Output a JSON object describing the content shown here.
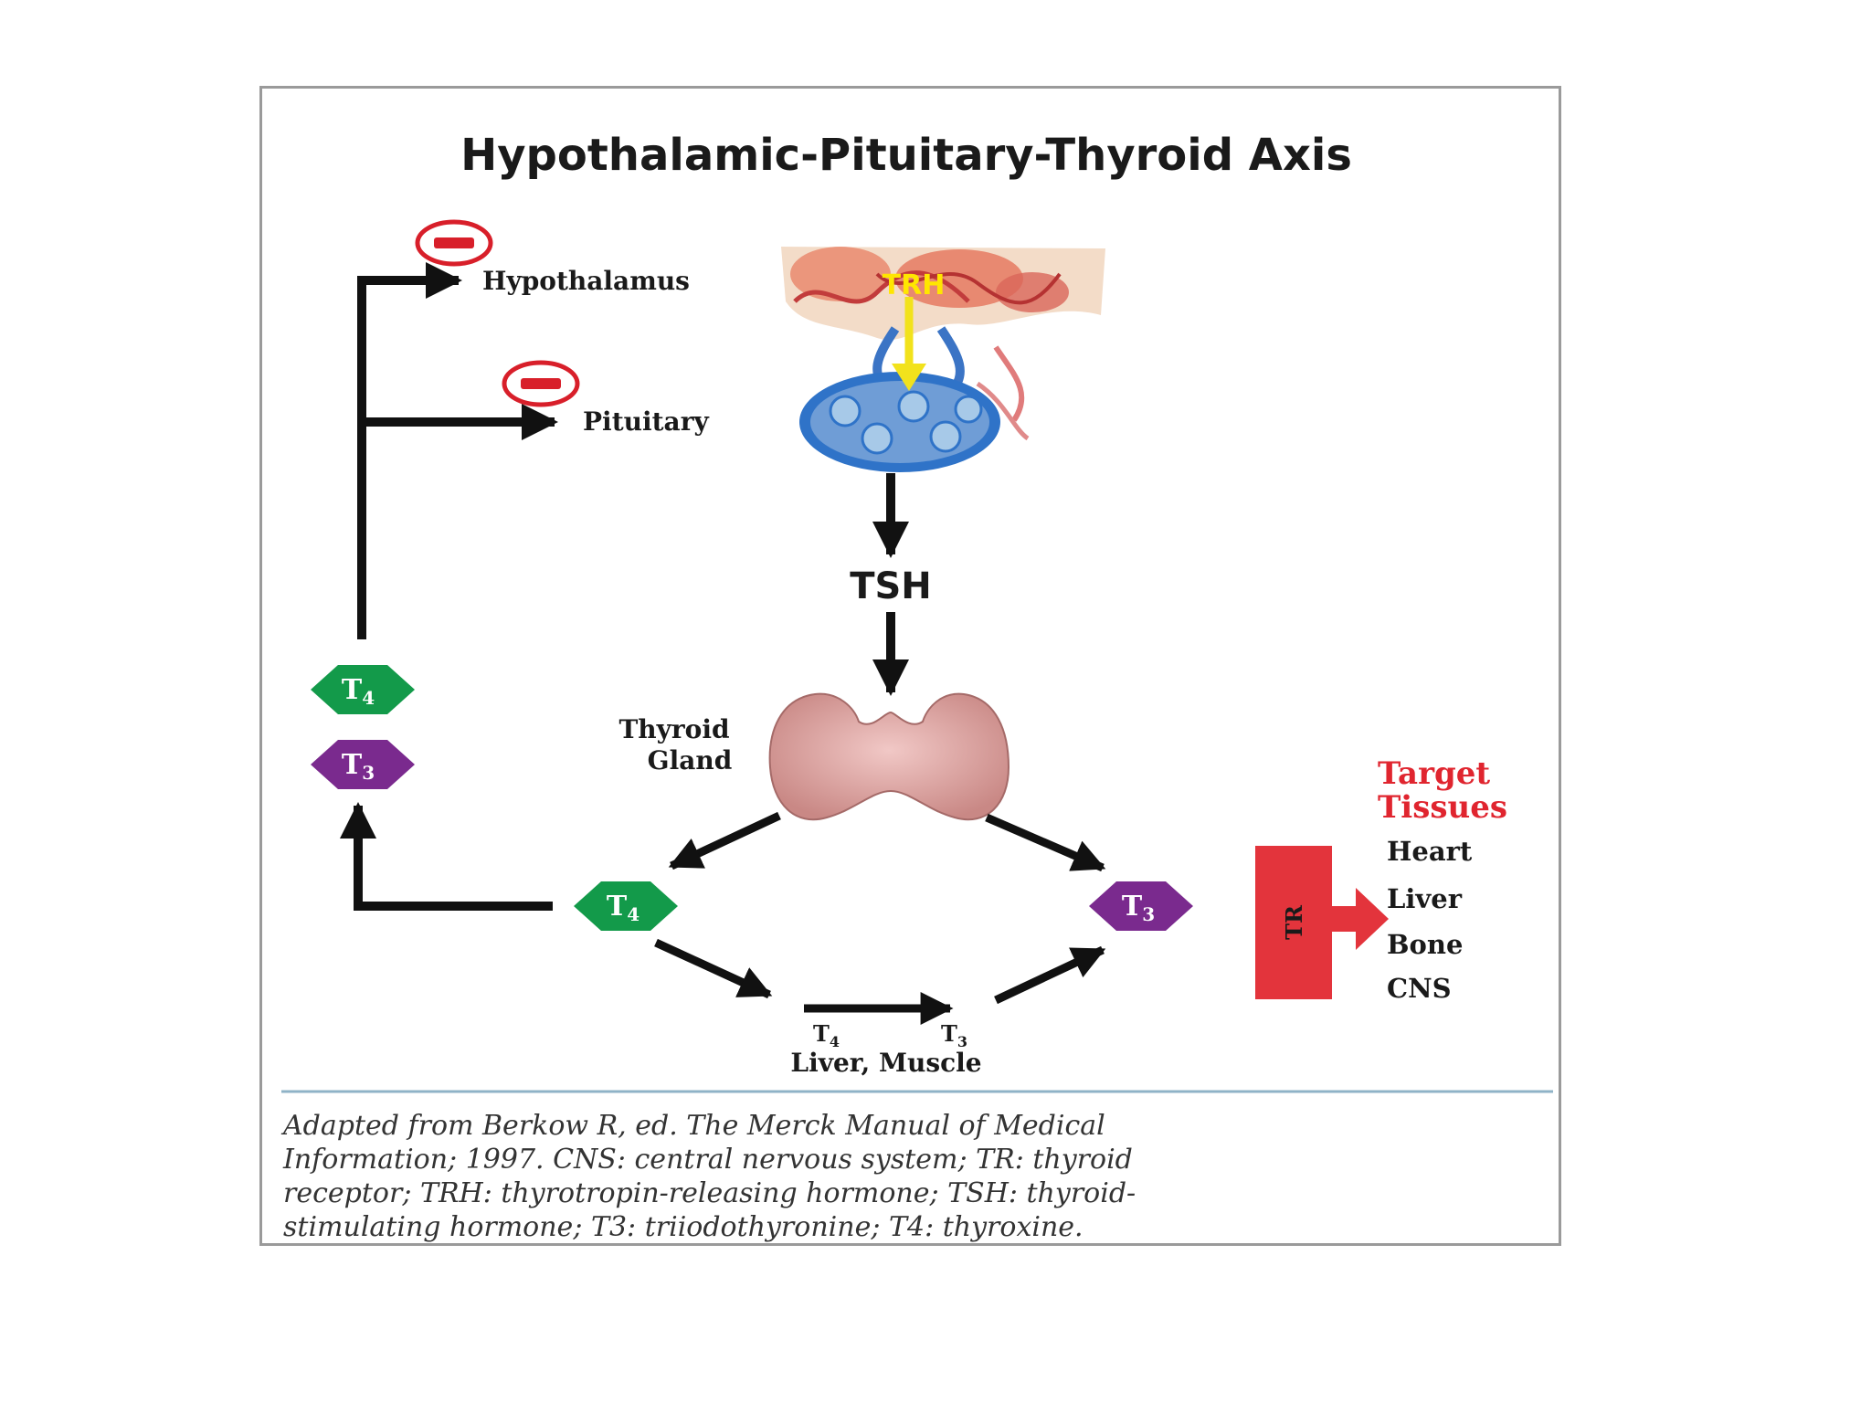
{
  "title": "Hypothalamic-Pituitary-Thyroid Axis",
  "nodes": {
    "hypothalamus": "Hypothalamus",
    "pituitary": "Pituitary",
    "trh": "TRH",
    "tsh": "TSH",
    "thyroid_line1": "Thyroid",
    "thyroid_line2": "Gland",
    "t4": "T",
    "t4_sub": "4",
    "t3": "T",
    "t3_sub": "3",
    "conversion_t4": "T",
    "conversion_t4_sub": "4",
    "conversion_t3": "T",
    "conversion_t3_sub": "3",
    "liver_muscle": "Liver, Muscle",
    "tr": "TR"
  },
  "target_tissues": {
    "heading_line1": "Target",
    "heading_line2": "Tissues",
    "items": [
      "Heart",
      "Liver",
      "Bone",
      "CNS"
    ]
  },
  "caption": [
    "Adapted from Berkow R, ed. The Merck Manual of Medical",
    "Information; 1997. CNS: central nervous system; TR: thyroid",
    "receptor; TRH: thyrotropin-releasing hormone; TSH: thyroid-",
    "stimulating hormone; T3: triiodothyronine; T4: thyroxine."
  ],
  "colors": {
    "t4_hex": "#139a4a",
    "t3_hex": "#7a2a8e",
    "inhibit": "#d81f2a",
    "receptor": "#e3343c",
    "trh_arrow": "#f2e21c",
    "target_heading": "#e0252f",
    "caption_rule": "#8fb3c7"
  },
  "icons": [
    "inhibit-minus-icon",
    "hypothalamus-illustration",
    "pituitary-illustration",
    "thyroid-gland-illustration",
    "hexagon-badge-icon"
  ]
}
